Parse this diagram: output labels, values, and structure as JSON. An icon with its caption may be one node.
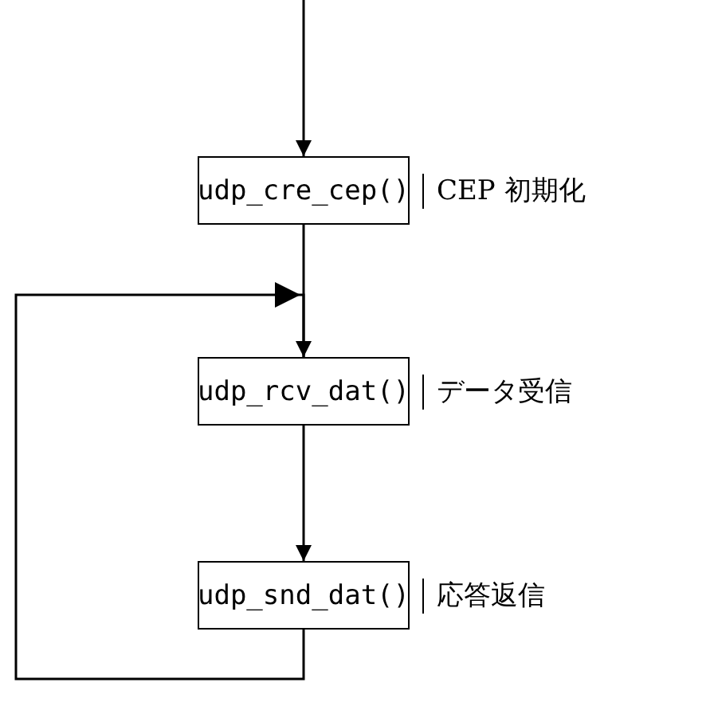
{
  "diagram": {
    "nodes": [
      {
        "text": [
          "udp_cre_cep()"
        ],
        "beside": [
          "CEP 初期化"
        ]
      },
      {
        "text": [
          "udp_rcv_dat()"
        ],
        "beside": [
          "データ受信"
        ]
      },
      {
        "text": [
          "udp_snd_dat()"
        ],
        "beside": [
          "応答返信"
        ]
      }
    ],
    "edges": [
      {
        "from": null,
        "to": 0,
        "arrow": "to"
      },
      {
        "from": 0,
        "to": 1,
        "arrow": "to"
      },
      {
        "from": 1,
        "to": 2,
        "arrow": "to"
      },
      {
        "from": 2,
        "to": 1,
        "arrow": "to"
      }
    ]
  }
}
